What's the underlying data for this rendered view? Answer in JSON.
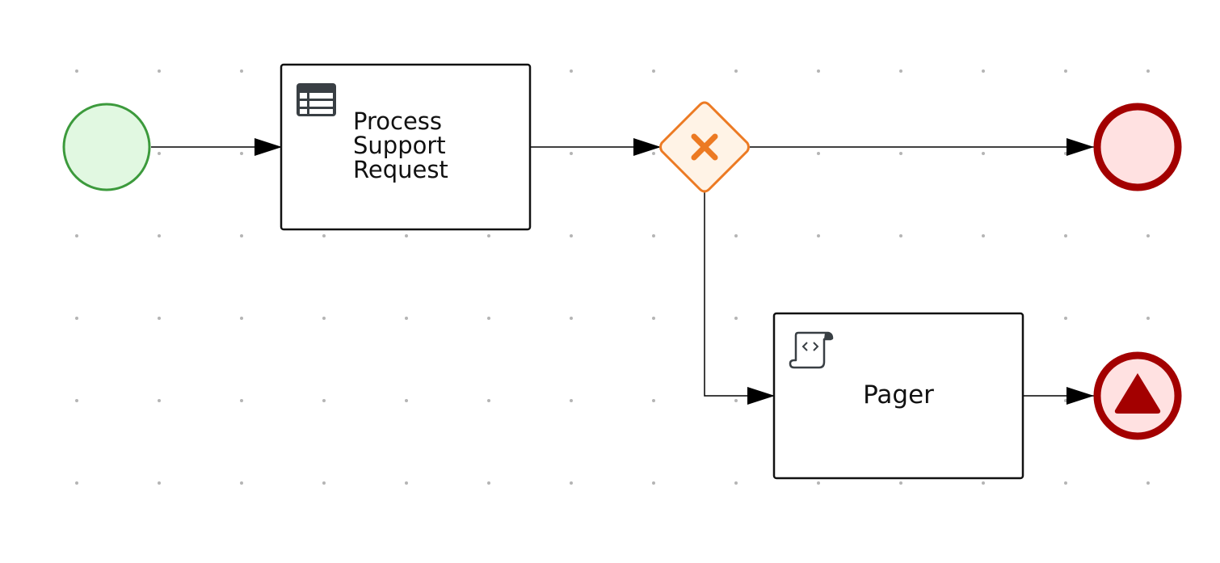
{
  "diagram": {
    "tasks": {
      "process_support_request": {
        "label_lines": [
          "Process",
          "Support",
          "Request"
        ],
        "icon": "table-icon"
      },
      "pager": {
        "label": "Pager",
        "icon": "script-icon"
      }
    },
    "gateway": {
      "type": "exclusive",
      "icon": "x-icon"
    },
    "start_event": {
      "type": "none-start"
    },
    "end_events": [
      {
        "type": "none-end"
      },
      {
        "type": "escalation-end",
        "icon": "escalation-triangle-icon"
      }
    ],
    "colors": {
      "start_fill": "#e1f8e1",
      "start_stroke": "#3c9a3c",
      "end_fill": "#ffe1e1",
      "end_stroke": "#a30000",
      "gateway_fill": "#fff3e6",
      "gateway_stroke": "#ec7a23",
      "task_stroke": "#111111",
      "icon_color": "#393f44",
      "grid_dot": "#b5b5b5"
    }
  }
}
